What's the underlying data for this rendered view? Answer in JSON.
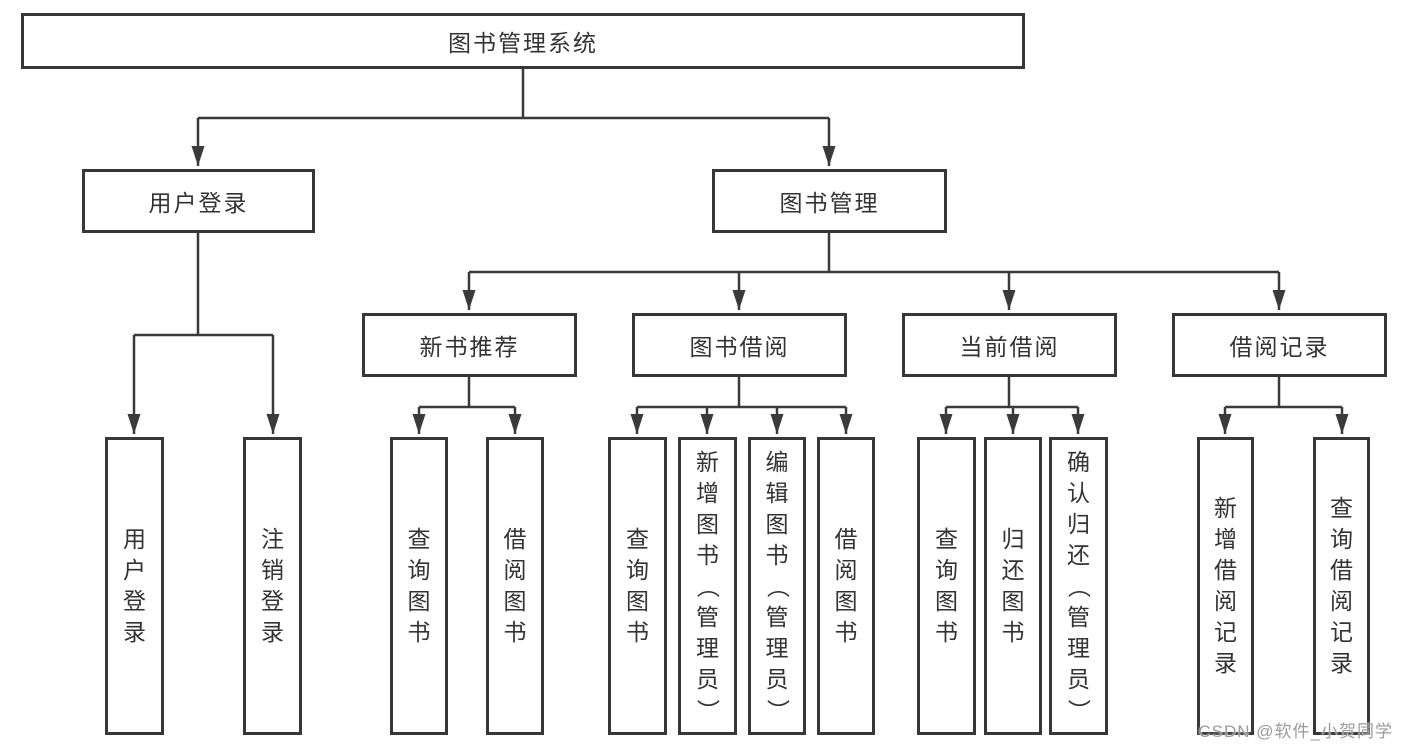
{
  "diagram": {
    "title_node": "图书管理系统",
    "level2": {
      "user_login": "用户登录",
      "book_management": "图书管理"
    },
    "level3": {
      "new_book_recommend": "新书推荐",
      "book_borrow": "图书借阅",
      "current_borrow": "当前借阅",
      "borrow_records": "借阅记录"
    },
    "leaves": {
      "user_login": [
        "用户登录",
        "注销登录"
      ],
      "new_book_recommend": [
        "查询图书",
        "借阅图书"
      ],
      "book_borrow": [
        "查询图书",
        "新增图书（管理员）",
        "编辑图书（管理员）",
        "借阅图书"
      ],
      "current_borrow": [
        "查询图书",
        "归还图书",
        "确认归还（管理员）"
      ],
      "borrow_records": [
        "新增借阅记录",
        "查询借阅记录"
      ]
    },
    "watermark": "CSDN @软件_小贺同学",
    "colors": {
      "line": "#3a3a3a",
      "border": "#373737",
      "text": "#333333",
      "watermark": "#9b9b9b",
      "background": "#ffffff"
    }
  }
}
